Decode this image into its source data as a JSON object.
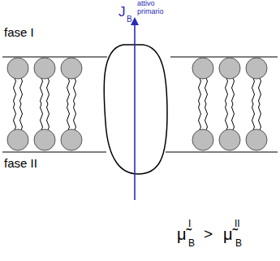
{
  "diagram": {
    "labels": [
      "fase I",
      "fase II",
      "J",
      "B",
      "attivo primario",
      "μ̃",
      "I",
      "B",
      ">",
      "μ̃",
      "II",
      "B"
    ]
  }
}
